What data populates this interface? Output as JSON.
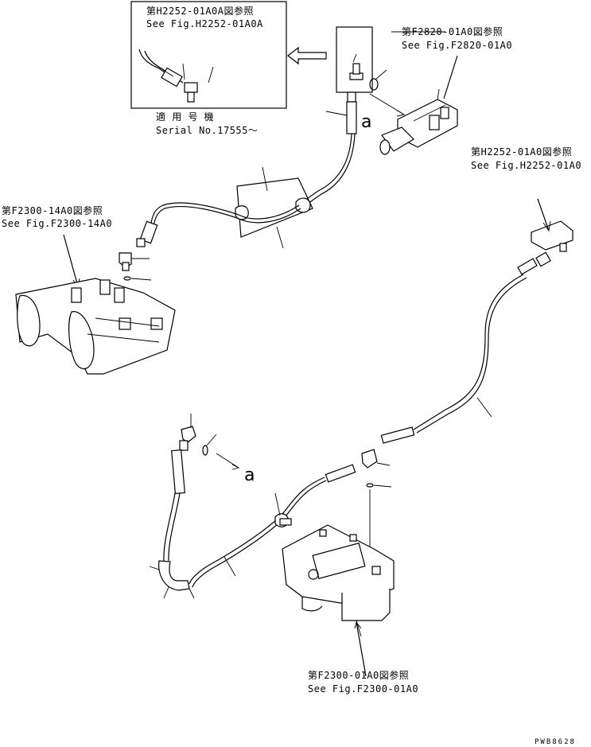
{
  "callouts": {
    "detail_ref_jp": "第H2252-01A0A図参照",
    "detail_ref_en": "See Fig.H2252-01A0A",
    "serial_jp": "適 用 号 機",
    "serial_en": "Serial No.17555～",
    "ref_f2820_jp": "第F2820-01A0図参照",
    "ref_f2820_en": "See Fig.F2820-01A0",
    "ref_h2252_jp": "第H2252-01A0図参照",
    "ref_h2252_en": "See Fig.H2252-01A0",
    "ref_f2300_14_jp": "第F2300-14A0図参照",
    "ref_f2300_14_en": "See Fig.F2300-14A0",
    "ref_f2300_01_jp": "第F2300-01A0図参照",
    "ref_f2300_01_en": "See Fig.F2300-01A0",
    "mark_a_top": "a",
    "mark_a_mid": "a",
    "drawing_code": "PWB8628"
  }
}
